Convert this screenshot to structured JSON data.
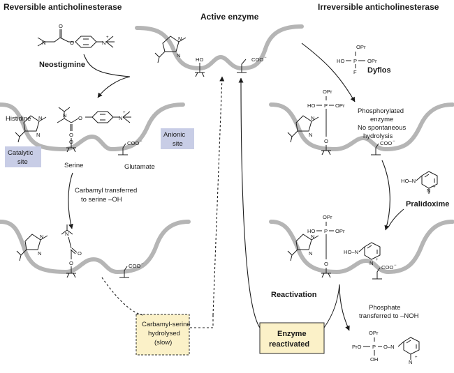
{
  "titles": {
    "reversible": "Reversible anticholinesterase",
    "active": "Active enzyme",
    "irreversible": "Irreversible anticholinesterase"
  },
  "drugs": {
    "neostigmine": "Neostigmine",
    "dyflos": "Dyflos",
    "pralidoxime": "Pralidoxime"
  },
  "sites": {
    "histidine": "Histidine",
    "catalytic": [
      "Catalytic",
      "site"
    ],
    "anionic": [
      "Anionic",
      "site"
    ],
    "serine": "Serine",
    "glutamate": "Glutamate"
  },
  "notes": {
    "carbamyl": [
      "Carbamyl transferred",
      "to serine –OH"
    ],
    "phosphorylated": [
      "Phosphorylated",
      "enzyme",
      "No spontaneous",
      "hydrolysis"
    ],
    "reactivation": "Reactivation",
    "phosphate": [
      "Phosphate",
      "transferred to –NOH"
    ]
  },
  "boxes": {
    "hydrolysed": [
      "Carbamyl-serine",
      "hydrolysed",
      "(slow)"
    ],
    "reactivated": [
      "Enzyme",
      "reactivated"
    ]
  },
  "chem": {
    "ho": "HO",
    "o": "O",
    "n": "N",
    "p": "P",
    "f": "F",
    "opr": "OPr",
    "oh": "OH",
    "pro": "PrO",
    "coo": "COO",
    "minus": "−",
    "plus": "+",
    "oxime_left": "HO–N",
    "oxime_chain": "O–N"
  },
  "colors": {
    "enzyme": "#b5b5b5",
    "site_box": "#c8cde6",
    "result_box": "#fbf1c8"
  }
}
